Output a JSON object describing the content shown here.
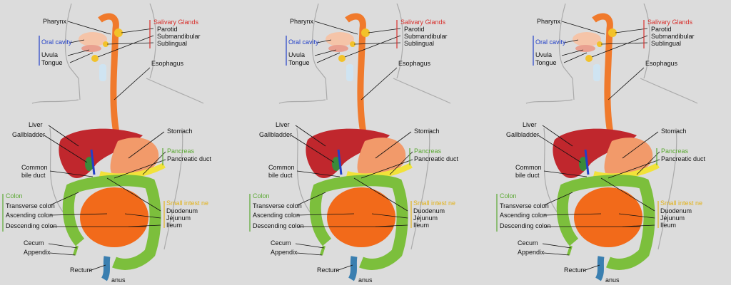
{
  "panel_count": 3,
  "labels": {
    "pharynx": "Pharynx",
    "salivary_glands": "Salivary Glands",
    "parotid": "Parotid",
    "submandibular": "Submandibular",
    "sublingual": "Sublingual",
    "oral_cavity": "Oral cavity",
    "uvula": "Uvula",
    "tongue": "Tongue",
    "esophagus": "Esophagus",
    "liver": "Liver",
    "gallbladder": "Gallbladder",
    "stomach": "Stomach",
    "pancreas": "Pancreas",
    "pancreatic_duct": "Pancreatic duct",
    "common": "Common",
    "bile_duct": "bile duct",
    "colon": "Colon",
    "transverse_colon": "Transverse colon",
    "ascending_colon": "Ascending colon",
    "descending_colon": "Descending colon",
    "small_intestine": "Small intest ne",
    "duodenum": "Duodenum",
    "jejunum": "Jejunum",
    "ileum": "Ileum",
    "cecum": "Cecum",
    "appendix": "Appendix",
    "rectum": "Rectum",
    "anus": "anus"
  },
  "colors": {
    "background": "#dcdcdc",
    "esophagus": "#f07a2c",
    "liver": "#c0272d",
    "stomach": "#f29a6a",
    "pancreas": "#f2e23a",
    "large_intestine": "#7cbf3c",
    "small_intestine": "#f26a1a",
    "rectum": "#3a7fb0",
    "salivary_label": "#d8302c",
    "oral_label": "#2240c8",
    "pancreas_label": "#5aa832",
    "small_intestine_label": "#e2b21a"
  }
}
